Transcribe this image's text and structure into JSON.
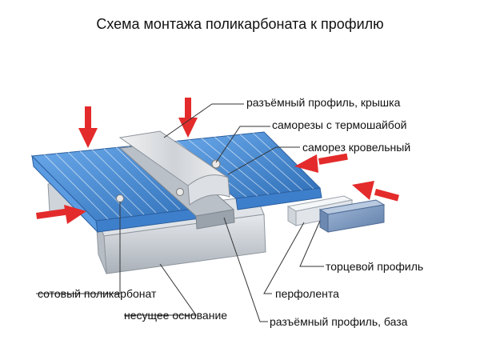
{
  "title": "Схема монтажа поликарбоната к профилю",
  "labels": {
    "cap_profile": "разъёмный профиль, крышка",
    "screws_washer": "саморезы с термошайбой",
    "roof_screw": "саморез кровельный",
    "end_profile": "торцевой профиль",
    "perfotape": "перфолента",
    "cellular_pc": "сотовый поликарбонат",
    "support_base": "несущее основание",
    "base_profile": "разъёмный профиль, база"
  },
  "colors": {
    "arrow": "#e42b2b",
    "panel": "#4f93dc",
    "panel_dark": "#2f6fb8",
    "steel": "#c9cfd6",
    "leader": "#333333"
  },
  "icons": [
    "arrow-down-icon",
    "arrow-right-icon",
    "arrow-left-icon"
  ]
}
